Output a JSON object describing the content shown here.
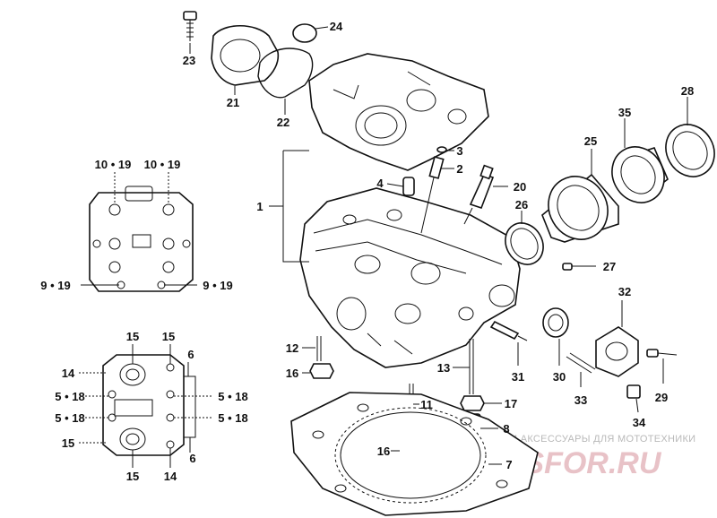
{
  "labels": {
    "p1": "1",
    "p2": "2",
    "p3": "3",
    "p4": "4",
    "p6a": "6",
    "p6b": "6",
    "p7": "7",
    "p8": "8",
    "p9_19_left": "9 • 19",
    "p9_19_right": "9 • 19",
    "p10_19_left": "10 • 19",
    "p10_19_right": "10 • 19",
    "p11": "11",
    "p12": "12",
    "p13": "13",
    "p14a": "14",
    "p14b": "14",
    "p15a": "15",
    "p15b": "15",
    "p15c": "15",
    "p15d": "15",
    "p16a": "16",
    "p16b": "16",
    "p17": "17",
    "p5_18a": "5 • 18",
    "p5_18b": "5 • 18",
    "p5_18c": "5 • 18",
    "p5_18d": "5 • 18",
    "p20": "20",
    "p21": "21",
    "p22": "22",
    "p23": "23",
    "p24": "24",
    "p25": "25",
    "p26": "26",
    "p27": "27",
    "p28": "28",
    "p29": "29",
    "p30": "30",
    "p31": "31",
    "p32": "32",
    "p33": "33",
    "p34": "34",
    "p35": "35"
  },
  "watermark": {
    "tagline": "ЗАПЧАСТИ И АКСЕССУАРЫ ДЛЯ МОТОТЕХНИКИ",
    "brand": "PARTSFOR.RU"
  }
}
